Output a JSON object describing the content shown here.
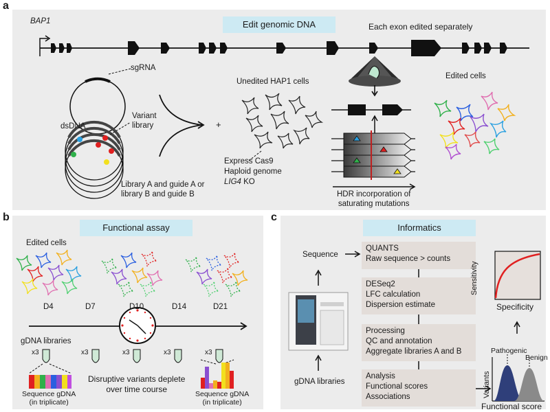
{
  "panel_a": {
    "letter": "a",
    "gene": "BAP1",
    "banner": "Edit genomic DNA",
    "exon_note": "Each exon edited separately",
    "sgrna": "sgRNA",
    "dsdna": "dsDNA",
    "variant_library": "Variant\nlibrary",
    "library_note": "Library A and guide A or\nlibrary B and guide B",
    "plus": "+",
    "unedited": "Unedited HAP1 cells",
    "express_1": "Express Cas9",
    "express_2": "Haploid genome",
    "express_3_italic": "LIG4",
    "express_3_rest": " KO",
    "hdr": "HDR incorporation of\nsaturating mutations",
    "edited": "Edited cells"
  },
  "panel_b": {
    "letter": "b",
    "banner": "Functional assay",
    "edited": "Edited cells",
    "days": [
      "D4",
      "D7",
      "D10",
      "D14",
      "D21"
    ],
    "gdna": "gDNA libraries",
    "x3": "x3",
    "seq_left": "Sequence gDNA\n(in triplicate)",
    "seq_right": "Sequence gDNA\n(in triplicate)",
    "disruptive": "Disruptive variants deplete\nover time course"
  },
  "panel_c": {
    "letter": "c",
    "banner": "Informatics",
    "sequence": "Sequence",
    "gdna": "gDNA libraries",
    "steps": [
      "QUANTS\nRaw sequence > counts",
      "DESeq2\nLFC calculation\nDispersion estimate",
      "Processing\nQC and annotation\nAggregate libraries A and B",
      "Analysis\nFunctional scores\nAssociations"
    ],
    "sensitivity": "Sensitivity",
    "specificity": "Specificity",
    "pathogenic": "Pathogenic",
    "benign": "Benign",
    "variants": "Variants",
    "functional_score": "Functional score"
  },
  "colors": {
    "panel_bg": "#ececec",
    "banner": "#cdeaf3",
    "step_box": "#e3ddd9",
    "curve": "#e02020",
    "pathogenic": "#2f3f7a",
    "benign": "#8a8a8a",
    "mut_blue": "#2aa0e0",
    "mut_red": "#e02020",
    "mut_green": "#2fb04a",
    "mut_yellow": "#f2e01e"
  }
}
